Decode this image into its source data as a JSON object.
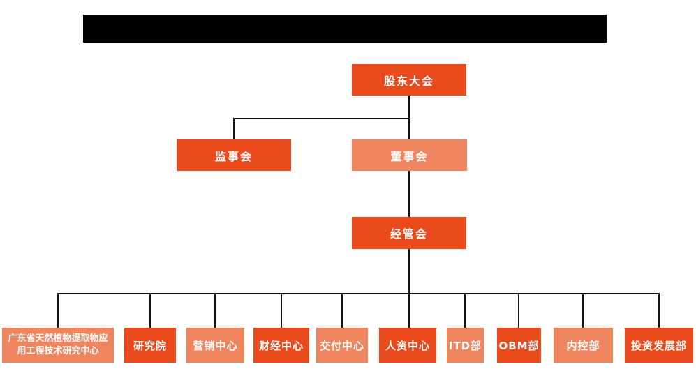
{
  "theme": {
    "primary_box_color": "#e84a1c",
    "secondary_box_color": "#ef855f",
    "box_text_color": "#ffffff",
    "connector_color": "#141414",
    "redacted_bar_color": "#000000",
    "page_background": "#ffffff"
  },
  "org_chart": {
    "nodes": {
      "shareholders": {
        "label": "股东大会",
        "variant": "primary"
      },
      "supervisory": {
        "label": "监事会",
        "variant": "primary"
      },
      "board": {
        "label": "董事会",
        "variant": "secondary"
      },
      "management": {
        "label": "经管会",
        "variant": "primary"
      }
    },
    "departments": [
      {
        "label": "广东省天然植物提取物应用工程技术研究中心",
        "variant": "secondary"
      },
      {
        "label": "研究院",
        "variant": "primary"
      },
      {
        "label": "营销中心",
        "variant": "secondary"
      },
      {
        "label": "财经中心",
        "variant": "primary"
      },
      {
        "label": "交付中心",
        "variant": "secondary"
      },
      {
        "label": "人资中心",
        "variant": "primary"
      },
      {
        "label": "ITD部",
        "variant": "secondary"
      },
      {
        "label": "OBM部",
        "variant": "primary"
      },
      {
        "label": "内控部",
        "variant": "secondary"
      },
      {
        "label": "投资发展部",
        "variant": "primary"
      }
    ]
  }
}
